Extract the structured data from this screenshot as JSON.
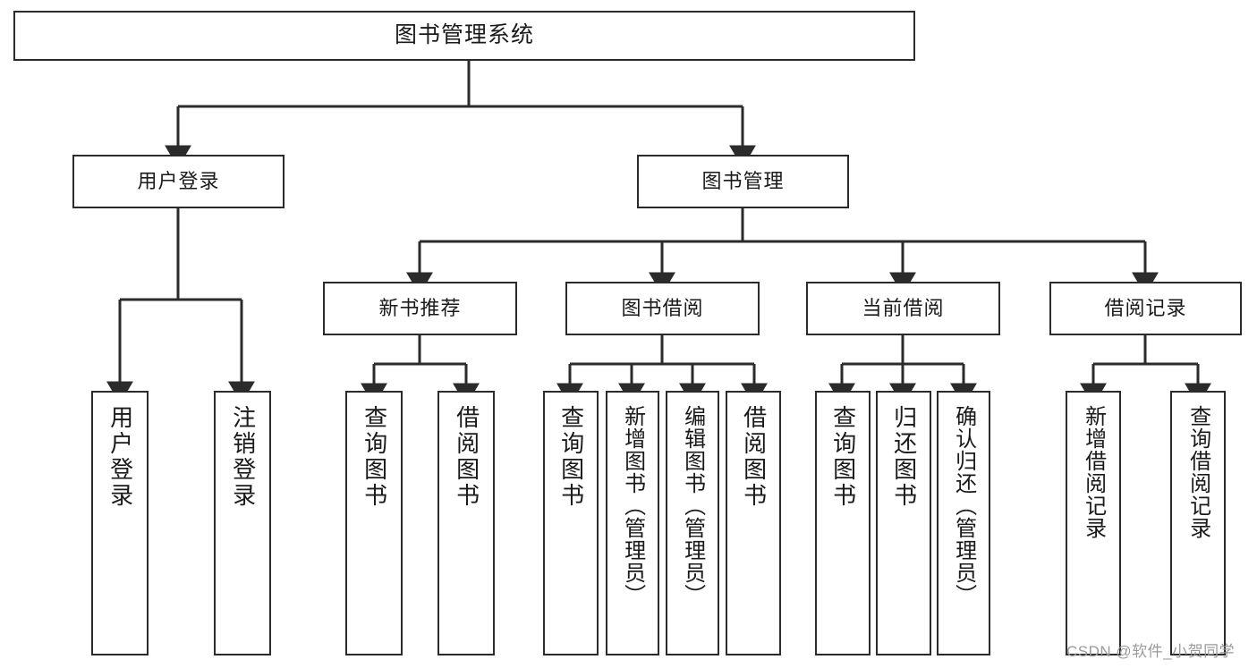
{
  "diagram": {
    "title": "图书管理系统",
    "type": "tree-hierarchy",
    "orientation": "top-down",
    "root": {
      "id": "root",
      "label": "图书管理系统",
      "children": [
        {
          "id": "user-login",
          "label": "用户登录",
          "children": [
            {
              "id": "user-login-do",
              "label": "用户登录"
            },
            {
              "id": "user-logout",
              "label": "注销登录"
            }
          ]
        },
        {
          "id": "book-manage",
          "label": "图书管理",
          "children": [
            {
              "id": "new-book-recommend",
              "label": "新书推荐",
              "children": [
                {
                  "id": "rec-query-book",
                  "label": "查询图书"
                },
                {
                  "id": "rec-borrow-book",
                  "label": "借阅图书"
                }
              ]
            },
            {
              "id": "book-borrow",
              "label": "图书借阅",
              "children": [
                {
                  "id": "borrow-query-book",
                  "label": "查询图书"
                },
                {
                  "id": "borrow-add-book",
                  "label": "新增图书（管理员）"
                },
                {
                  "id": "borrow-edit-book",
                  "label": "编辑图书（管理员）"
                },
                {
                  "id": "borrow-borrow-book",
                  "label": "借阅图书"
                }
              ]
            },
            {
              "id": "current-borrow",
              "label": "当前借阅",
              "children": [
                {
                  "id": "cur-query-book",
                  "label": "查询图书"
                },
                {
                  "id": "cur-return-book",
                  "label": "归还图书"
                },
                {
                  "id": "cur-confirm-return",
                  "label": "确认归还（管理员）"
                }
              ]
            },
            {
              "id": "borrow-record",
              "label": "借阅记录",
              "children": [
                {
                  "id": "rec-add-record",
                  "label": "新增借阅记录"
                },
                {
                  "id": "rec-query-record",
                  "label": "查询借阅记录"
                }
              ]
            }
          ]
        }
      ]
    }
  },
  "watermark": {
    "text": "CSDN @软件_小贺同学"
  },
  "colors": {
    "background": "#ffffff",
    "box_fill": "#ffffff",
    "box_stroke": "#2b2b2b",
    "text": "#1a1a1a",
    "connector": "#2b2b2b",
    "watermark": "#9a9a9a"
  }
}
